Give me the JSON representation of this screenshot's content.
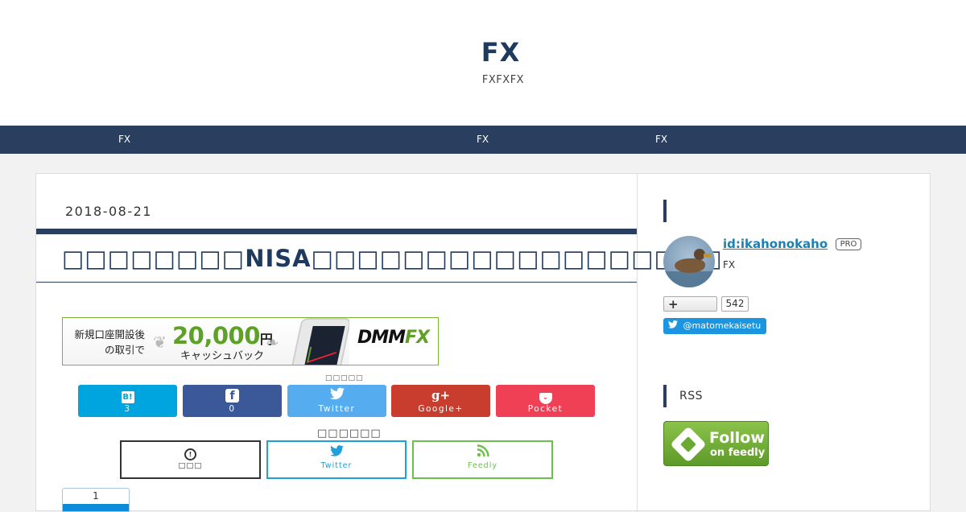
{
  "header": {
    "site_title": "FX",
    "site_description": "FXFXFX"
  },
  "nav": {
    "items": [
      {
        "label": "FX"
      },
      {
        "label": "FX"
      },
      {
        "label": "FX"
      }
    ]
  },
  "entry": {
    "date": "2018-08-21",
    "title": "□□□□□□□□NISA□□□□□□□□□□□□□□□□□□"
  },
  "banner": {
    "left_line1": "新規口座開設後",
    "left_line2": "の取引で",
    "amount": "20,000",
    "yen": "円",
    "cashback": "キャッシュバック",
    "brand_a": "DMM",
    "brand_b": "FX"
  },
  "share": {
    "caption": "□□□□□",
    "buttons": [
      {
        "name": "hatena",
        "icon": "B!",
        "label": "3",
        "color": "#00a4de"
      },
      {
        "name": "facebook",
        "icon": "f",
        "label": "0",
        "color": "#3b5998"
      },
      {
        "name": "twitter",
        "icon": "twitter-bird",
        "label": "Twitter",
        "color": "#55acee"
      },
      {
        "name": "googleplus",
        "icon": "g+",
        "label": "Google+",
        "color": "#c83d2d"
      },
      {
        "name": "pocket",
        "icon": "pocket",
        "label": "Pocket",
        "color": "#ef4056"
      }
    ]
  },
  "follow": {
    "caption": "□□□□□□",
    "buttons": [
      {
        "name": "hatena-follow",
        "label": "□□□",
        "color": "#333333"
      },
      {
        "name": "twitter-follow",
        "label": "Twitter",
        "color": "#1da1d8"
      },
      {
        "name": "feedly-follow",
        "label": "Feedly",
        "color": "#6cc04a"
      }
    ]
  },
  "count_box": {
    "value": "1"
  },
  "sidebar": {
    "profile_heading": "",
    "user_id": "id:ikahonokaho",
    "pro_badge": "PRO",
    "user_description": "FX",
    "star_count": "542",
    "twitter_handle": "@matomekaisetu",
    "rss_heading": "RSS",
    "feedly_line1": "Follow",
    "feedly_line2": "on feedly"
  },
  "colors": {
    "navy": "#2a3f5f",
    "title_navy": "#1e3a5f",
    "link_blue": "#1a80b6"
  }
}
